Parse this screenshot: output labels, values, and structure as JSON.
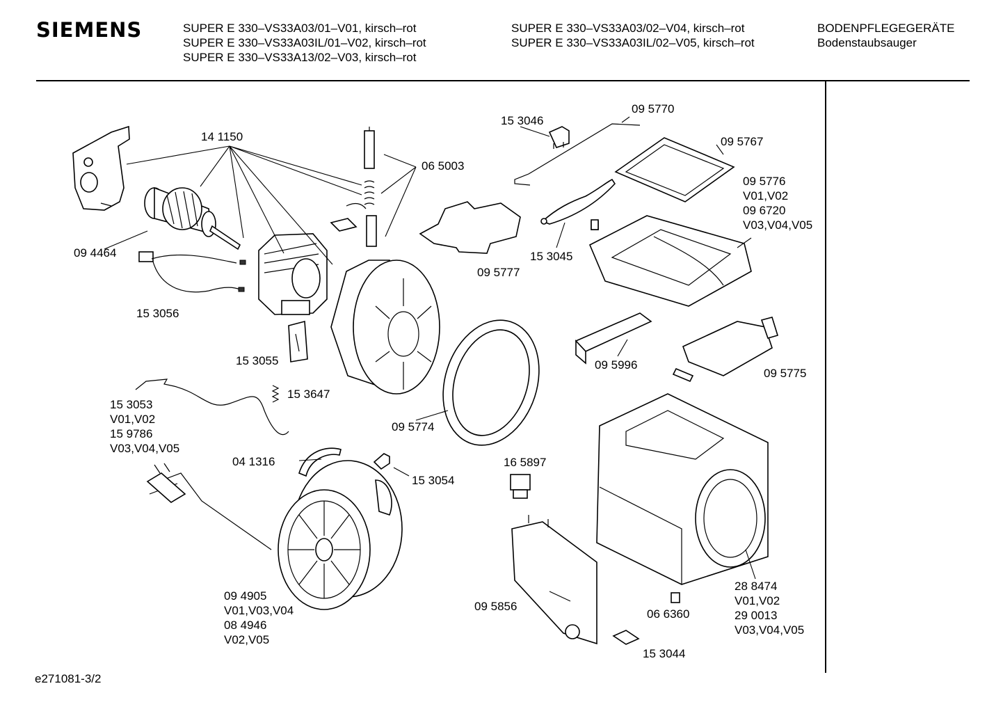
{
  "header": {
    "brand": "SIEMENS",
    "col1": [
      "SUPER E 330–VS33A03/01–V01, kirsch–rot",
      "SUPER E 330–VS33A03IL/01–V02, kirsch–rot",
      "SUPER E 330–VS33A13/02–V03, kirsch–rot"
    ],
    "col2": [
      "SUPER E 330–VS33A03/02–V04, kirsch–rot",
      "SUPER E 330–VS33A03IL/02–V05, kirsch–rot"
    ],
    "col3": [
      "BODENPFLEGEGERÄTE",
      "Bodenstaubsauger"
    ]
  },
  "footer": {
    "drawing_id": "e271081-3/2"
  },
  "parts": [
    {
      "id": "p141150",
      "lines": [
        "14 1150"
      ]
    },
    {
      "id": "p065003",
      "lines": [
        "06 5003"
      ]
    },
    {
      "id": "p094464",
      "lines": [
        "09 4464"
      ]
    },
    {
      "id": "p153056",
      "lines": [
        "15 3056"
      ]
    },
    {
      "id": "p153055",
      "lines": [
        "15 3055"
      ]
    },
    {
      "id": "p153647",
      "lines": [
        "15 3647"
      ]
    },
    {
      "id": "p153053",
      "lines": [
        "15 3053",
        "V01,V02",
        "15 9786",
        "V03,V04,V05"
      ]
    },
    {
      "id": "p041316",
      "lines": [
        "04 1316"
      ]
    },
    {
      "id": "p153054",
      "lines": [
        "15 3054"
      ]
    },
    {
      "id": "p094905",
      "lines": [
        "09 4905",
        "V01,V03,V04",
        "08 4946",
        "V02,V05"
      ]
    },
    {
      "id": "p095774",
      "lines": [
        "09 5774"
      ]
    },
    {
      "id": "p153046",
      "lines": [
        "15 3046"
      ]
    },
    {
      "id": "p095770",
      "lines": [
        "09 5770"
      ]
    },
    {
      "id": "p095767",
      "lines": [
        "09 5767"
      ]
    },
    {
      "id": "p095776",
      "lines": [
        "09 5776",
        "V01,V02",
        "09 6720",
        "V03,V04,V05"
      ]
    },
    {
      "id": "p095777",
      "lines": [
        "09 5777"
      ]
    },
    {
      "id": "p153045",
      "lines": [
        "15 3045"
      ]
    },
    {
      "id": "p095996",
      "lines": [
        "09 5996"
      ]
    },
    {
      "id": "p095775",
      "lines": [
        "09 5775"
      ]
    },
    {
      "id": "p165897",
      "lines": [
        "16 5897"
      ]
    },
    {
      "id": "p095856",
      "lines": [
        "09 5856"
      ]
    },
    {
      "id": "p066360",
      "lines": [
        "06 6360"
      ]
    },
    {
      "id": "p153044",
      "lines": [
        "15 3044"
      ]
    },
    {
      "id": "p288474",
      "lines": [
        "28 8474",
        "V01,V02",
        "29 0013",
        "V03,V04,V05"
      ]
    }
  ]
}
